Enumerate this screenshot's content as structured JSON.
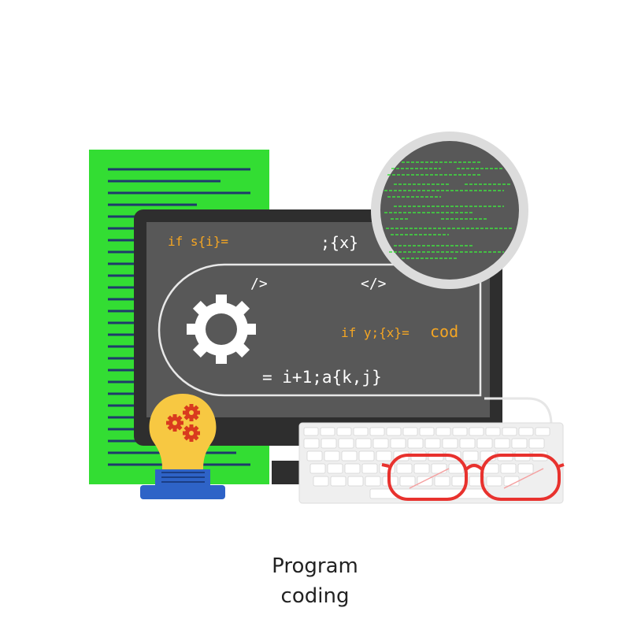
{
  "code": {
    "line1_left": "if s{i}=",
    "line1_right": ";{x}",
    "tag_self_close": "/>",
    "tag_close": "</>",
    "line3_left": "if y;{x}=",
    "line3_right": "cod",
    "line4": "=  i+1;a{k,j}"
  },
  "caption": {
    "line1": "Program",
    "line2": "coding"
  },
  "colors": {
    "document": "#33DD33",
    "screen": "#585858",
    "monitor_frame": "#2E2E2E",
    "code_orange": "#F5A623",
    "code_white": "#FFFFFF",
    "lens_code": "#3FE03F",
    "bulb": "#F7C842",
    "gear_red": "#D93A1E",
    "bulb_base": "#2E63C7",
    "glasses": "#E8322E",
    "keyboard": "#EFEFEF"
  }
}
